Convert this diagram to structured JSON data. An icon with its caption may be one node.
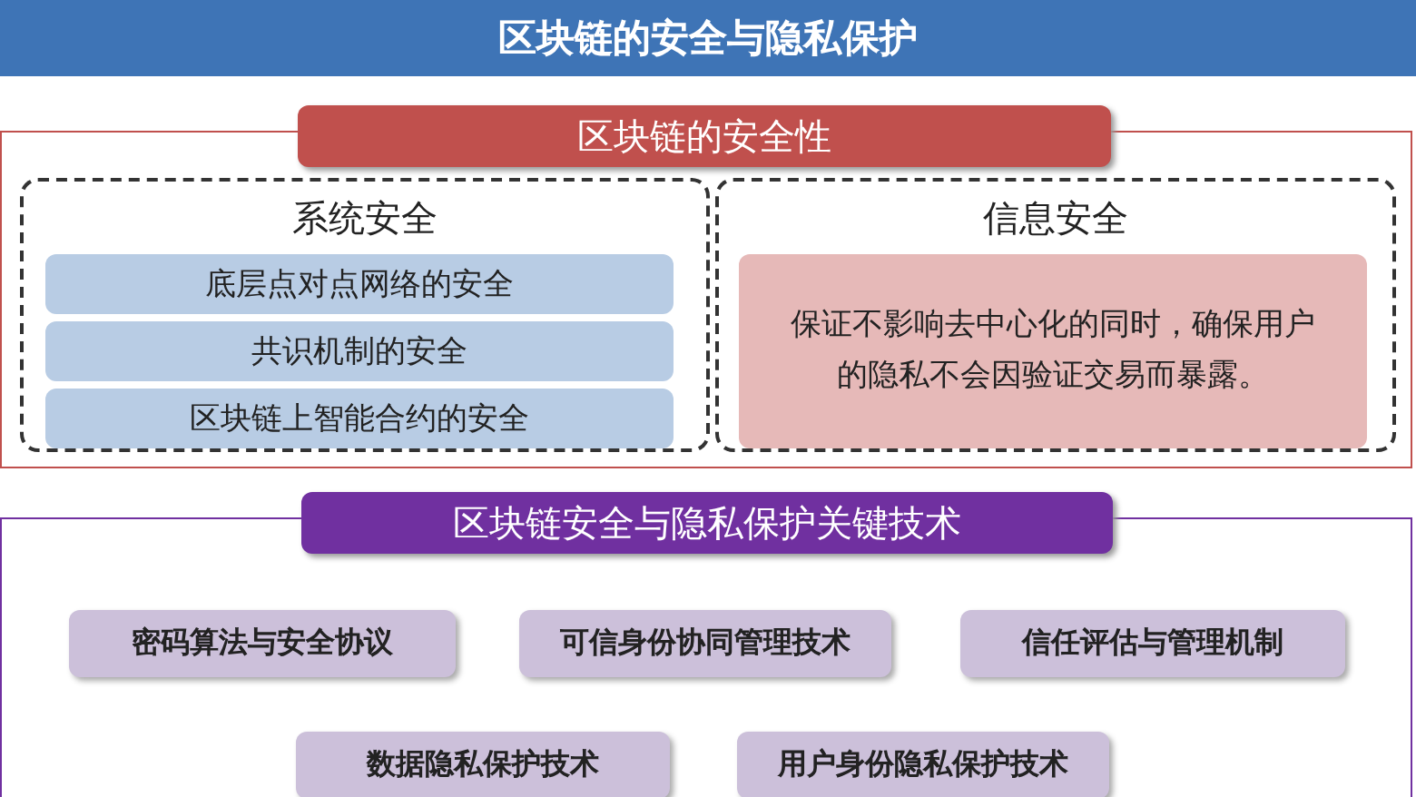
{
  "diagram": {
    "title": "区块链的安全与隐私保护",
    "nodes": [
      {
        "text": [
          "区块链的安全性"
        ]
      },
      {
        "text": [
          "系统安全"
        ],
        "in": 0
      },
      {
        "text": [
          "底层点对点网络的安全"
        ],
        "in": 1
      },
      {
        "text": [
          "共识机制的安全"
        ],
        "in": 1
      },
      {
        "text": [
          "区块链上智能合约的安全"
        ],
        "in": 1
      },
      {
        "text": [
          "信息安全"
        ],
        "in": 0
      },
      {
        "text": [
          "保证不影响去中心化的同时，确保用户的隐私不会因验证交易而暴露。"
        ],
        "in": 5
      },
      {
        "text": [
          "区块链安全与隐私保护关键技术"
        ]
      },
      {
        "text": [
          "密码算法与安全协议"
        ],
        "in": 7
      },
      {
        "text": [
          "可信身份协同管理技术"
        ],
        "in": 7
      },
      {
        "text": [
          "信任评估与管理机制"
        ],
        "in": 7
      },
      {
        "text": [
          "数据隐私保护技术"
        ],
        "in": 7
      },
      {
        "text": [
          "用户身份隐私保护技术"
        ],
        "in": 7
      }
    ]
  }
}
